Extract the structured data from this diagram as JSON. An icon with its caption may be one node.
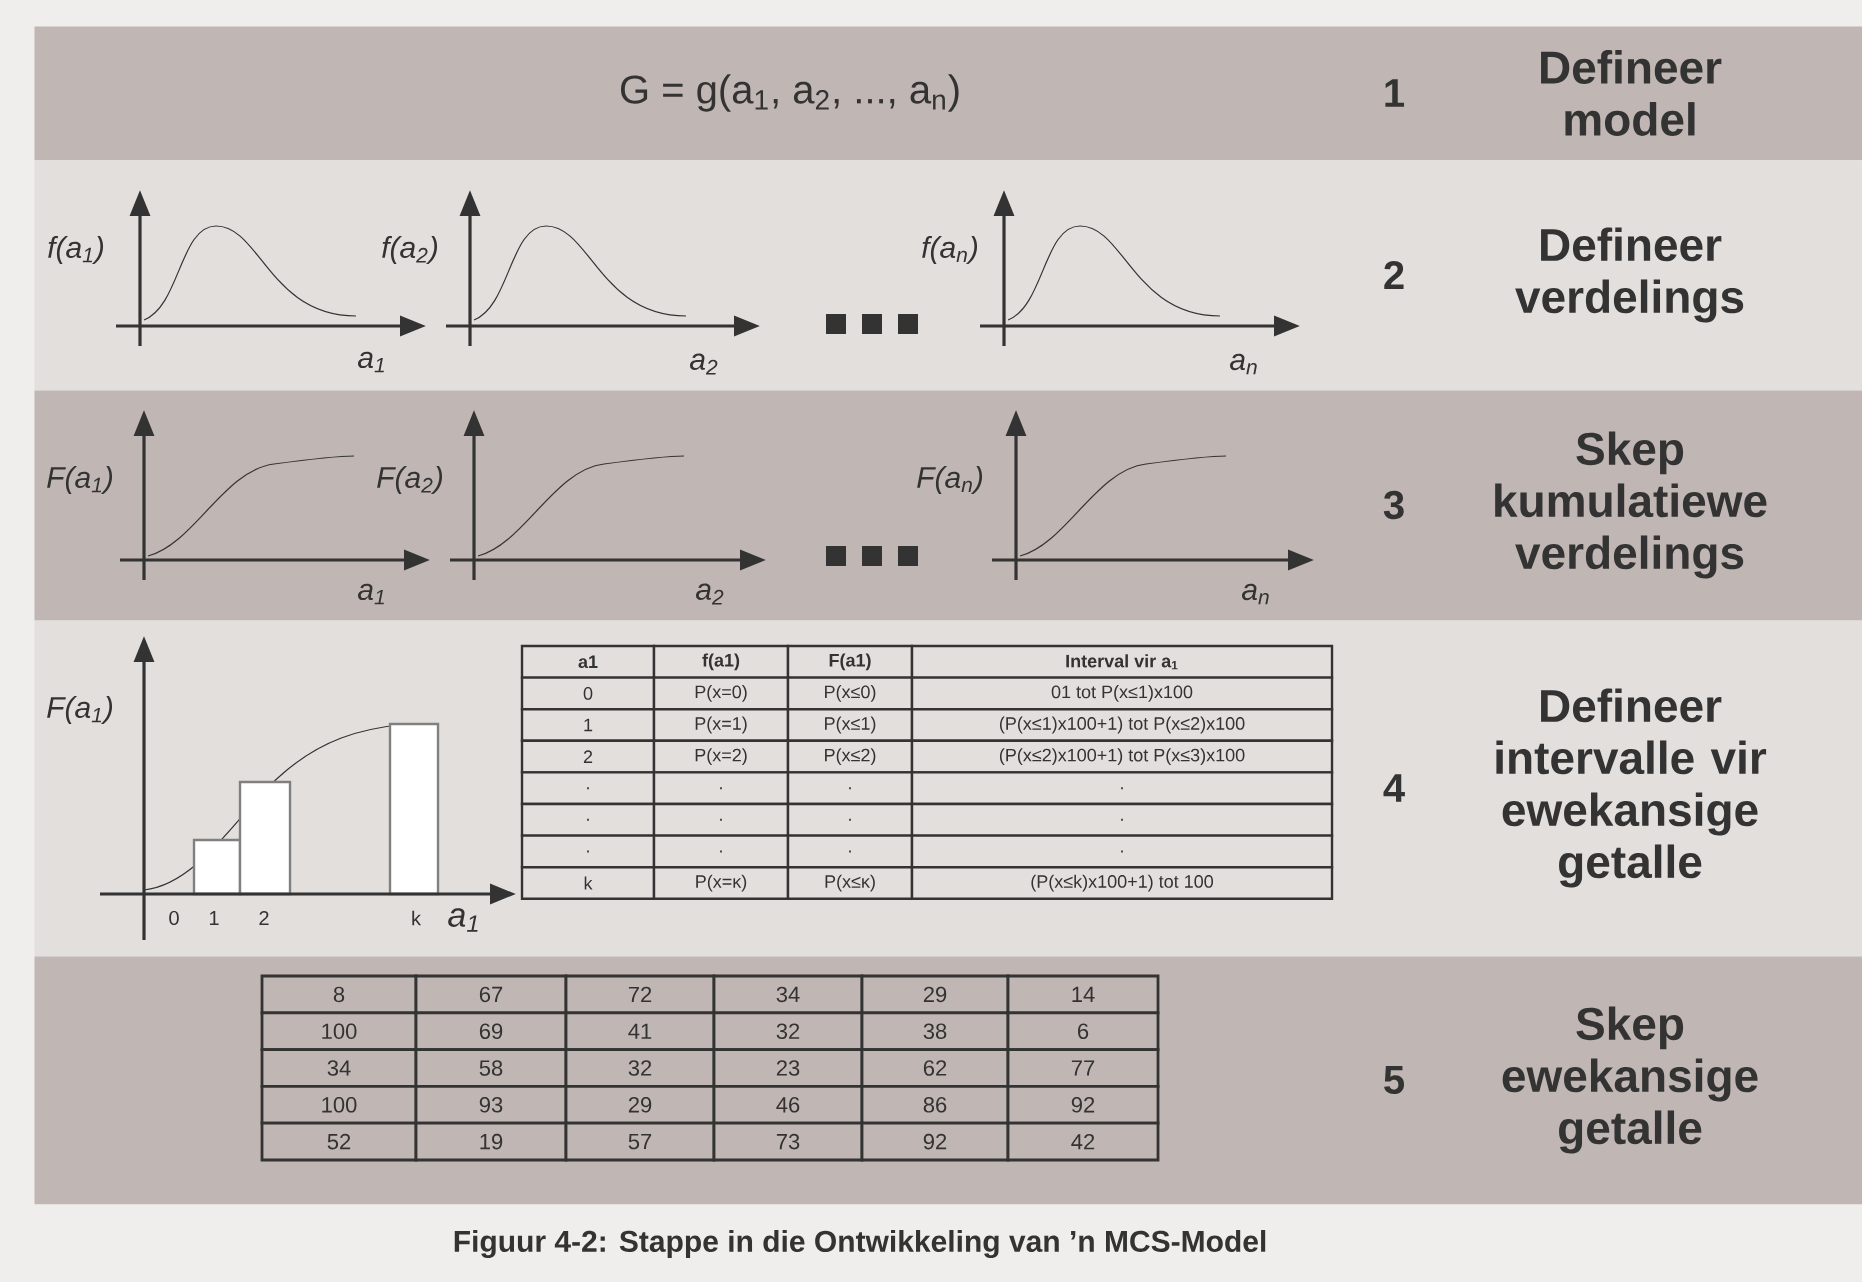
{
  "diagram": {
    "caption": "Figuur 4-2: Stappe in die Ontwikkeling van ’n MCS-Model",
    "nodes": [
      {
        "text": [
          "G = g(a$_{1}$, a$_{2}$, ..., a$_{n}$)",
          "1",
          "Defineer model"
        ]
      },
      {
        "text": [
          "2",
          "Defineer verdelings"
        ]
      },
      {
        "text": [
          "3",
          "Skep kumulatiewe verdelings"
        ]
      },
      {
        "text": [
          "4",
          "Defineer intervalle vir ewekansige getalle"
        ]
      },
      {
        "text": [
          "5",
          "Skep ewekansige getalle"
        ]
      }
    ],
    "labels": [
      "f(a$_{1}$)",
      "a$_{1}$",
      "f(a$_{2}$)",
      "a$_{2}$",
      "f(a$_{n}$)",
      "a$_{n}$",
      "F(a$_{1}$)",
      "a$_{1}$",
      "F(a$_{2}$)",
      "a$_{2}$",
      "F(a$_{n}$)",
      "a$_{n}$",
      "F(a$_{1}$)",
      "0",
      "1",
      "2",
      "k",
      "a$_{1}$",
      "a1",
      "f(a1)",
      "F(a1)",
      "Interval vir a$_{1}$",
      "0",
      "P(x=0)",
      "P(x≤0)",
      "01 tot P(x≤1)x100",
      "1",
      "P(x=1)",
      "P(x≤1)",
      "(P(x≤1)x100+1) tot P(x≤2)x100",
      "2",
      "P(x=2)",
      "P(x≤2)",
      "(P(x≤2)x100+1) tot P(x≤3)x100",
      ".",
      ".",
      ".",
      ".",
      ".",
      ".",
      ".",
      ".",
      ".",
      ".",
      ".",
      ".",
      "k",
      "P(x=κ)",
      "P(x≤κ)",
      "(P(x≤k)x100+1) tot 100",
      "8",
      "67",
      "72",
      "34",
      "29",
      "14",
      "100",
      "69",
      "41",
      "32",
      "38",
      "6",
      "34",
      "58",
      "32",
      "23",
      "62",
      "77",
      "100",
      "93",
      "29",
      "46",
      "86",
      "92",
      "52",
      "19",
      "57",
      "73",
      "92",
      "42"
    ]
  }
}
